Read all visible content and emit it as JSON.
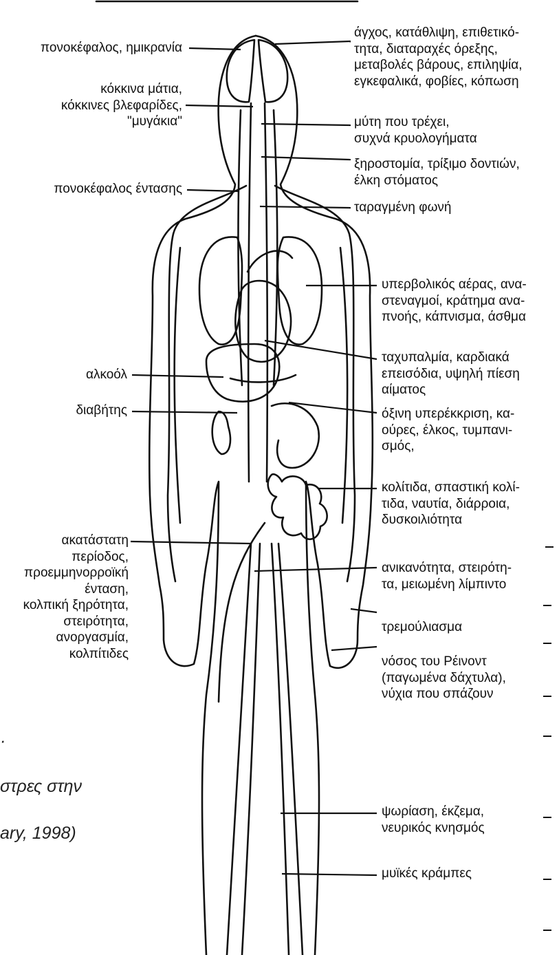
{
  "labels": {
    "headache_migraine": [
      "πονοκέφαλος, ημικρανία"
    ],
    "red_eyes": [
      "κόκκινα μάτια,",
      "κόκκινες βλεφαρίδες,",
      "\"μυγάκια\""
    ],
    "tension_headache": [
      "πονοκέφαλος έντασης"
    ],
    "alcohol": [
      "αλκοόλ"
    ],
    "diabetes": [
      "διαβήτης"
    ],
    "menstrual": [
      "ακατάστατη",
      "περίοδος,",
      "προεμμηνορροϊκή",
      "ένταση,",
      "κολπική ξηρότητα,",
      "στειρότητα,",
      "ανοργασμία,",
      "κολπίτιδες"
    ],
    "anxiety": [
      "άγχος, κατάθλιψη, επιθετικό-",
      "τητα, διαταραχές όρεξης,",
      "μεταβολές βάρους, επιληψία,",
      "εγκεφαλικά, φοβίες, κόπωση"
    ],
    "runny_nose": [
      "μύτη που τρέχει,",
      "συχνά κρυολογήματα"
    ],
    "dry_mouth": [
      "ξηροστομία, τρίξιμο δοντιών,",
      "έλκη στόματος"
    ],
    "voice": [
      "ταραγμένη φωνή"
    ],
    "breathing": [
      "υπερβολικός αέρας, ανα-",
      "στεναγμοί, κράτημα ανα-",
      "πνοής, κάπνισμα, άσθμα"
    ],
    "heart": [
      "ταχυπαλμία, καρδιακά",
      "επεισόδια, υψηλή πίεση",
      "αίματος"
    ],
    "stomach": [
      "όξινη υπερέκκριση, κα-",
      "ούρες, έλκος, τυμπανι-",
      "σμός,"
    ],
    "colitis": [
      "κολίτιδα, σπαστική κολί-",
      "τιδα, ναυτία, διάρροια,",
      "δυσκοιλιότητα"
    ],
    "impotence": [
      "ανικανότητα, στειρότη-",
      "τα, μειωμένη λίμπιντο"
    ],
    "tremor": [
      "τρεμούλιασμα"
    ],
    "raynaud": [
      "νόσος του Ρέινοντ",
      "(παγωμένα δάχτυλα),",
      "νύχια που σπάζουν"
    ],
    "psoriasis": [
      "ψωρίαση, έκζεμα,",
      "νευρικός κνησμός"
    ],
    "cramps": [
      "μυϊκές κράμπες"
    ]
  },
  "caption": [
    "·",
    "στρες στην",
    "ary, 1998)"
  ]
}
